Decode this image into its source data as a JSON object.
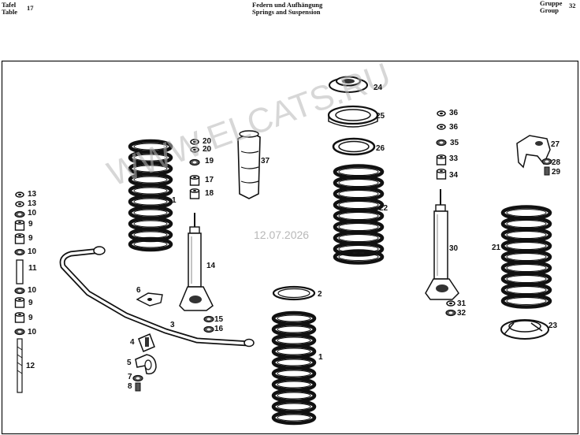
{
  "header": {
    "tafel_de": "Tafel",
    "tafel_en": "Table",
    "tafel_no": "17",
    "title_de": "Federn und Aufhängung",
    "title_en": "Springs and Suspension",
    "gruppe_de": "Gruppe",
    "gruppe_en": "Group",
    "gruppe_no": "32"
  },
  "watermark": {
    "text": "WWW.ELCATS.RU",
    "date": "12.07.2026"
  },
  "labels": {
    "n1a": "1",
    "n1b": "1",
    "n2": "2",
    "n3": "3",
    "n4": "4",
    "n5": "5",
    "n6": "6",
    "n7": "7",
    "n8": "8",
    "n9a": "9",
    "n9b": "9",
    "n9c": "9",
    "n9d": "9",
    "n10a": "10",
    "n10b": "10",
    "n10c": "10",
    "n10d": "10",
    "n11": "11",
    "n12": "12",
    "n13a": "13",
    "n13b": "13",
    "n14": "14",
    "n15": "15",
    "n16": "16",
    "n17": "17",
    "n18": "18",
    "n19": "19",
    "n20a": "20",
    "n20b": "20",
    "n21": "21",
    "n22": "22",
    "n23": "23",
    "n24": "24",
    "n25": "25",
    "n26": "26",
    "n27": "27",
    "n28": "28",
    "n29": "29",
    "n30": "30",
    "n31": "31",
    "n32": "32",
    "n33": "33",
    "n34": "34",
    "n35": "35",
    "n36a": "36",
    "n36b": "36",
    "n37": "37"
  }
}
